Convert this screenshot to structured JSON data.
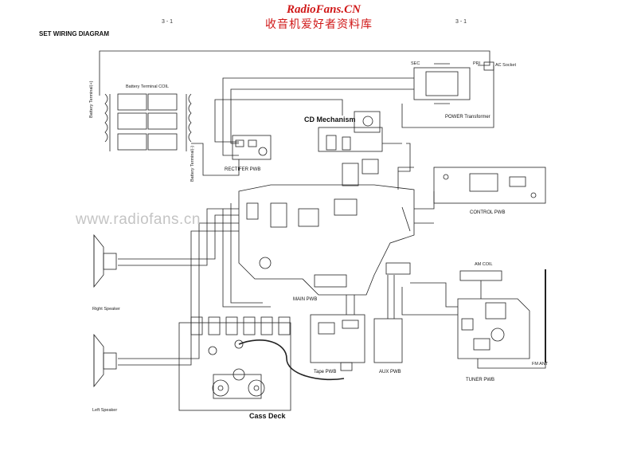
{
  "page": {
    "page_number_left": "3 - 1",
    "page_number_right": "3 - 1",
    "title": "SET WIRING DIAGRAM"
  },
  "watermarks": {
    "site_name": "RadioFans.CN",
    "site_name_cn": "收音机爱好者资料库",
    "site_url": "www.radiofans.cn"
  },
  "labels": {
    "battery_plus": "Battery Terminal(+)",
    "battery_coil": "Battery Terminal COIL",
    "battery_minus": "Battery Terminal(-)",
    "rectifier": "RECTIFER PWB",
    "cd_mechanism": "CD Mechanism",
    "sec": "SEC",
    "pri": "PRI",
    "ac_socket": "AC Socket",
    "power_transformer": "POWER Transformer",
    "control": "CONTROL PWB",
    "main": "MAIN PWB",
    "right_speaker": "Right Speaker",
    "left_speaker": "Left Speaker",
    "tape": "Tape PWB",
    "aux": "AUX PWB",
    "tuner": "TUNER PWB",
    "cass_deck": "Cass Deck",
    "am_coil": "AM COIL",
    "fm_ant": "FM ANT"
  },
  "colors": {
    "line": "#222222",
    "watermark_red": "#d01818",
    "watermark_gray": "#c4c4c4"
  }
}
